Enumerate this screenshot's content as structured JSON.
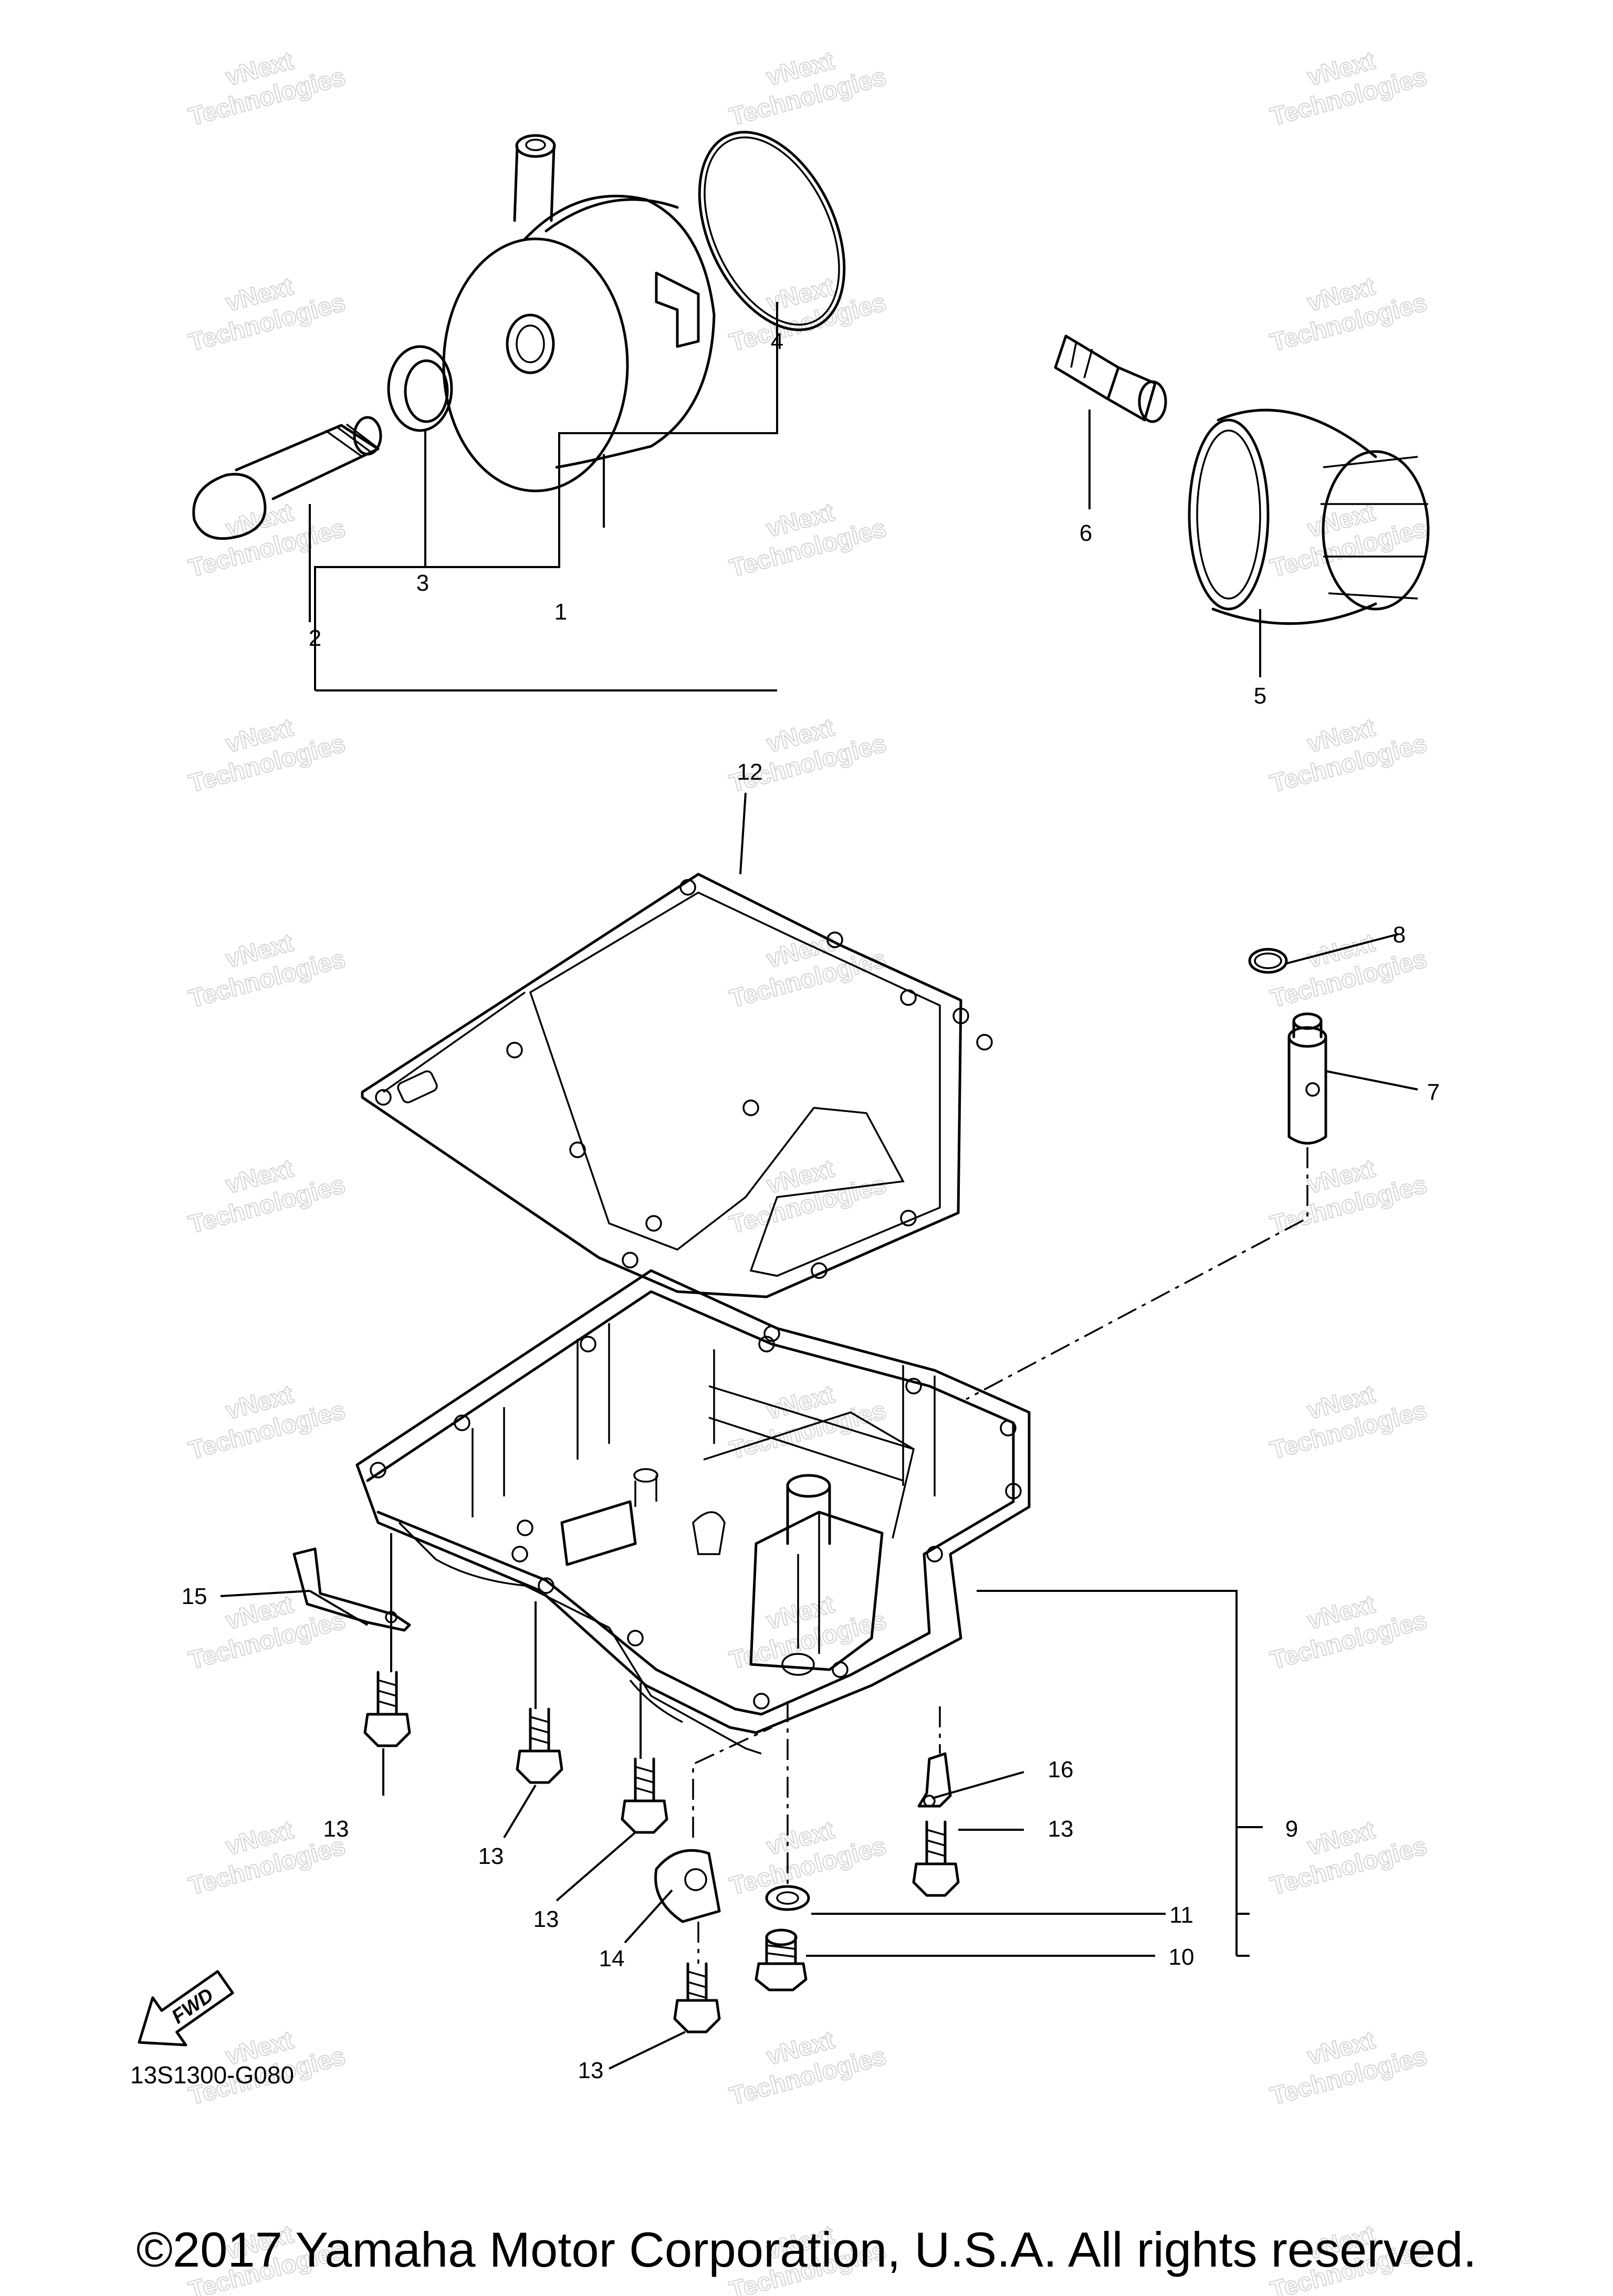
{
  "callouts": {
    "c1": "1",
    "c2": "2",
    "c3": "3",
    "c4": "4",
    "c5": "5",
    "c6": "6",
    "c7": "7",
    "c8": "8",
    "c9": "9",
    "c10": "10",
    "c11": "11",
    "c12": "12",
    "c13a": "13",
    "c13b": "13",
    "c13c": "13",
    "c13d": "13",
    "c13e": "13",
    "c14": "14",
    "c15": "15",
    "c16": "16"
  },
  "watermark": {
    "line1": "vNext",
    "line2": "Technologies"
  },
  "fwd_label": "FWD",
  "diagram_code": "13S1300-G080",
  "copyright": "©2017 Yamaha Motor Corporation, U.S.A. All rights reserved."
}
